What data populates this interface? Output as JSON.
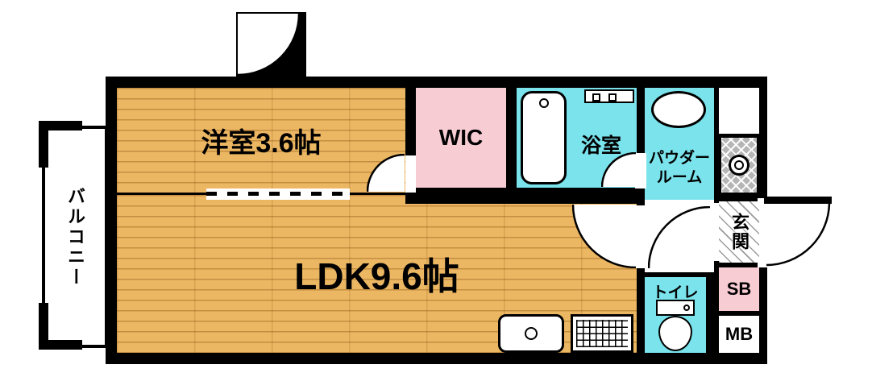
{
  "floorplan": {
    "rooms": {
      "western_room": {
        "label": "洋室3.6帖"
      },
      "wic": {
        "label": "WIC"
      },
      "bathroom": {
        "label": "浴室"
      },
      "powder_room": {
        "label_line1": "パウダー",
        "label_line2": "ルーム"
      },
      "ldk": {
        "label": "LDK9.6帖"
      },
      "toilet": {
        "label": "トイレ"
      },
      "entrance": {
        "label": "玄関"
      },
      "shoe_box": {
        "label": "SB"
      },
      "meter_box": {
        "label": "MB"
      },
      "balcony": {
        "label": "バルコニー"
      }
    },
    "colors": {
      "wood": "#ecb763",
      "pink": "#f8ccd3",
      "cyan": "#7ae3ec",
      "wall": "#000000",
      "tile": "#b5b5b5"
    },
    "icons": {
      "bathtub-icon": "rounded-rect-with-faucet-circle",
      "washbasin-icon": "ellipse-with-tap",
      "toilet-icon": "tank-and-oval-bowl",
      "kitchen-sink-icon": "rounded-rect-with-circle",
      "stove-icon": "grid-rect",
      "washer-pan-icon": "tile-square-with-drain-circle",
      "door-swing-icon": "quarter-circle-arc",
      "sliding-door-icon": "dashed-strip"
    }
  }
}
